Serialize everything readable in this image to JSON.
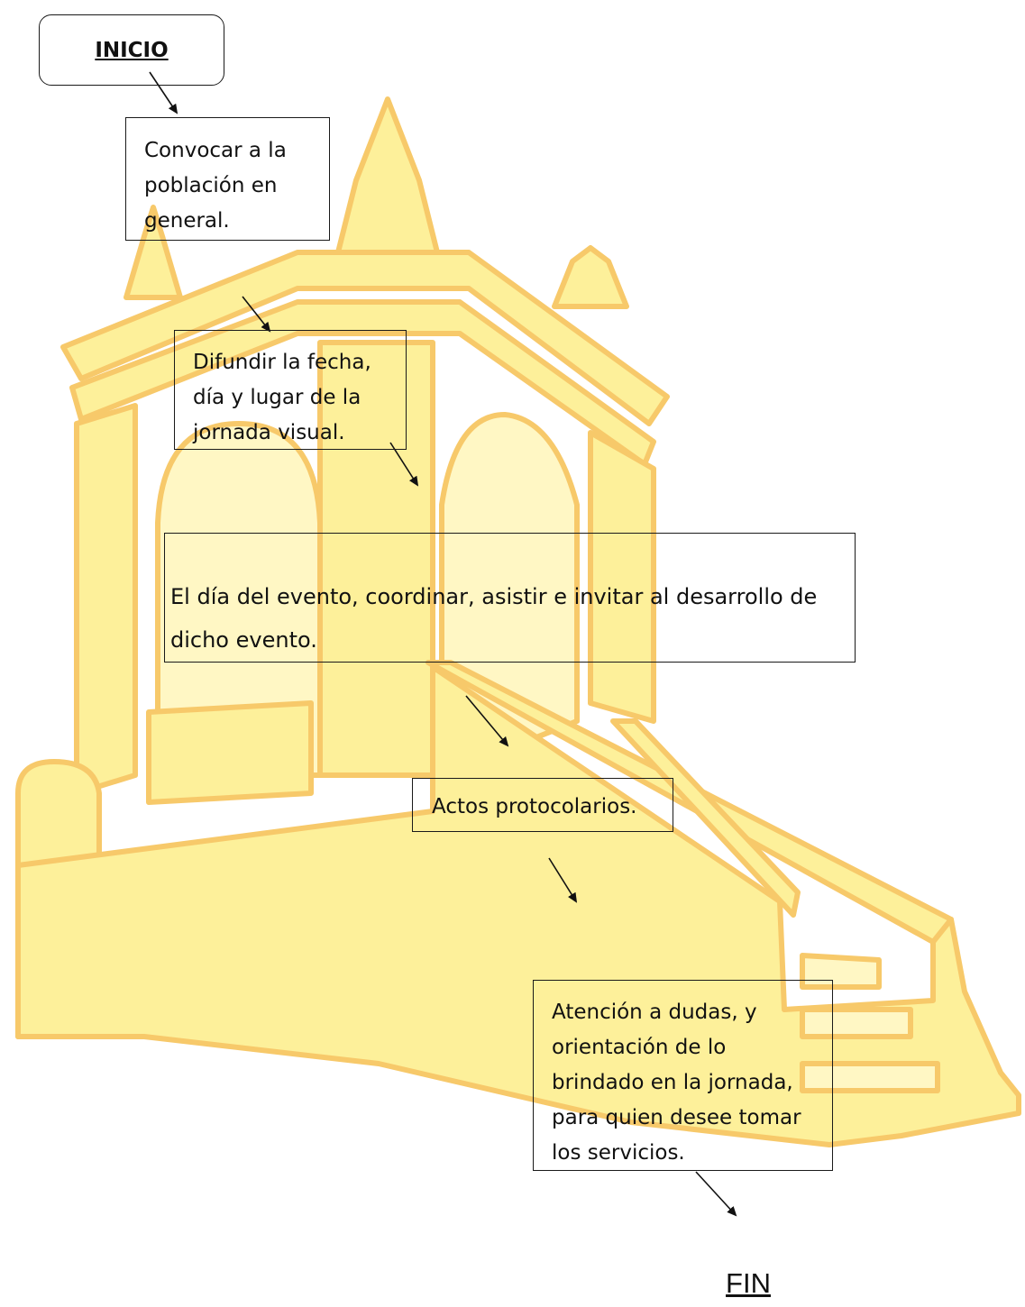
{
  "flow": {
    "start": "INICIO",
    "steps": [
      {
        "lines": [
          "Convocar a la",
          "población  en",
          "general."
        ]
      },
      {
        "lines": [
          "Difundir la fecha,",
          "día y lugar de la",
          "jornada visual."
        ]
      },
      {
        "lines": [
          "El día del evento, coordinar, asistir e invitar al desarrollo de",
          "dicho evento."
        ]
      },
      {
        "lines": [
          "Actos protocolarios."
        ]
      },
      {
        "lines": [
          "Atención a dudas, y",
          "orientación de lo",
          "brindado en la jornada,",
          "para quien desee tomar",
          "los servicios."
        ]
      }
    ],
    "end": "FIN"
  },
  "colors": {
    "watermark_fill": "#fdf09a",
    "watermark_stroke": "#f7c96a",
    "box_border": "#1a1a1a",
    "text": "#111111"
  },
  "icons": [
    "arrow-icon"
  ]
}
